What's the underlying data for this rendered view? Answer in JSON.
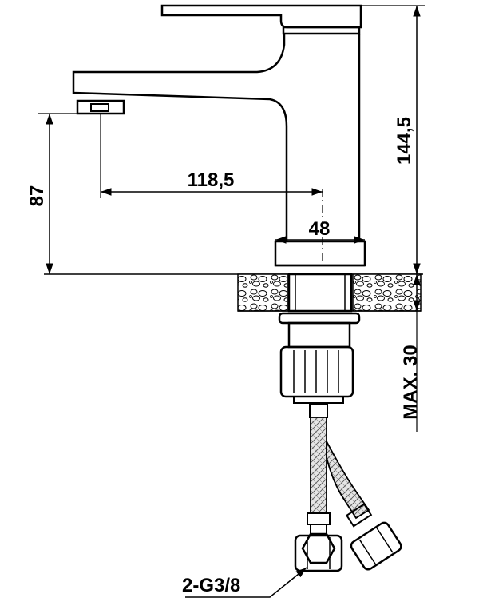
{
  "dimensions": {
    "spout_height": "87",
    "spout_reach": "118,5",
    "body_diameter": "48",
    "total_height": "144,5",
    "max_countertop": "MAX. 30",
    "connection": "2-G3/8"
  },
  "colors": {
    "line": "#000000",
    "stone_fill": "#ffffff",
    "hose_fill": "#dddddd"
  }
}
